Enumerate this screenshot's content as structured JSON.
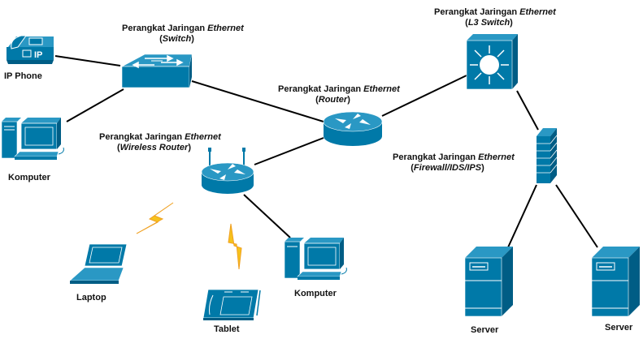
{
  "colors": {
    "device_fill": "#0079a8",
    "device_top": "#2a98c4",
    "device_side": "#005d85",
    "device_stroke": "#ffffff",
    "link": "#000000",
    "lightning": "#f6c21c",
    "lightning_stroke": "#f0a020",
    "text": "#111111"
  },
  "devices": {
    "ip_phone": {
      "label": "IP Phone"
    },
    "switch": {
      "label_prefix": "Perangkat Jaringan ",
      "label_em": "Ethernet",
      "sub_open": "(",
      "sub_em": "Switch",
      "sub_close": ")"
    },
    "router": {
      "label_prefix": "Perangkat Jaringan ",
      "label_em": "Ethernet",
      "sub_open": "(",
      "sub_em": "Router",
      "sub_close": ")"
    },
    "l3_switch": {
      "label_prefix": "Perangkat Jaringan ",
      "label_em": "Ethernet",
      "sub_open": "(",
      "sub_em": "L3 Switch",
      "sub_close": ")"
    },
    "firewall": {
      "label_prefix": "Perangkat Jaringan ",
      "label_em": "Ethernet",
      "sub_open": "(",
      "sub_em": "Firewall/IDS/IPS",
      "sub_close": ")"
    },
    "wireless_router": {
      "label_prefix": "Perangkat Jaringan ",
      "label_em": "Ethernet",
      "sub_open": "(",
      "sub_em": "Wireless Router",
      "sub_close": ")"
    },
    "computer_left": {
      "label": "Komputer"
    },
    "computer_bottom": {
      "label": "Komputer"
    },
    "laptop": {
      "label": "Laptop"
    },
    "tablet": {
      "label": "Tablet"
    },
    "server_1": {
      "label": "Server"
    },
    "server_2": {
      "label": "Server"
    }
  },
  "links": [
    {
      "from": "ip_phone",
      "to": "switch",
      "type": "wired"
    },
    {
      "from": "computer_left",
      "to": "switch",
      "type": "wired"
    },
    {
      "from": "switch",
      "to": "router",
      "type": "wired"
    },
    {
      "from": "router",
      "to": "l3_switch",
      "type": "wired"
    },
    {
      "from": "router",
      "to": "wireless_router",
      "type": "wired"
    },
    {
      "from": "l3_switch",
      "to": "firewall",
      "type": "wired"
    },
    {
      "from": "firewall",
      "to": "server_1",
      "type": "wired"
    },
    {
      "from": "firewall",
      "to": "server_2",
      "type": "wired"
    },
    {
      "from": "wireless_router",
      "to": "computer_bottom",
      "type": "wired"
    },
    {
      "from": "wireless_router",
      "to": "laptop",
      "type": "wireless"
    },
    {
      "from": "wireless_router",
      "to": "tablet",
      "type": "wireless"
    }
  ]
}
